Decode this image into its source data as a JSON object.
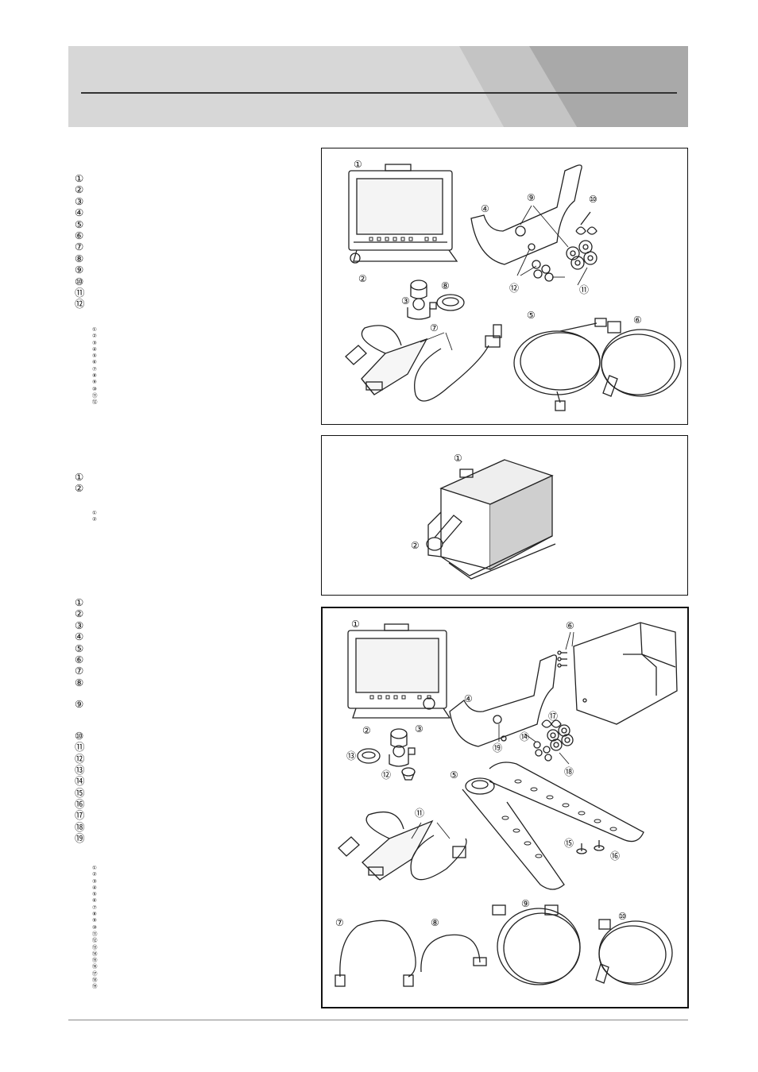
{
  "banner": {
    "colors": {
      "light": "#d7d7d7",
      "mid": "#c4c4c4",
      "dark": "#a9a9a9"
    }
  },
  "section1": {
    "markers": [
      "①",
      "②",
      "③",
      "④",
      "⑤",
      "⑥",
      "⑦",
      "⑧",
      "⑨",
      "⑩",
      "⑪",
      "⑫"
    ],
    "small_markers": [
      "①",
      "②",
      "③",
      "④",
      "⑤",
      "⑥",
      "⑦",
      "⑧",
      "⑨",
      "⑩",
      "⑪",
      "⑫"
    ],
    "callouts": [
      "①",
      "②",
      "③",
      "④",
      "⑤",
      "⑥",
      "⑦",
      "⑧",
      "⑨",
      "⑩",
      "⑪",
      "⑫"
    ]
  },
  "section2": {
    "markers": [
      "①",
      "②"
    ],
    "small_markers": [
      "①",
      "②"
    ],
    "callouts": [
      "①",
      "②"
    ]
  },
  "section3": {
    "markers": [
      "①",
      "②",
      "③",
      "④",
      "⑤",
      "⑥",
      "⑦",
      "⑧",
      "⑨",
      "⑩",
      "⑪",
      "⑫",
      "⑬",
      "⑭",
      "⑮",
      "⑯",
      "⑰",
      "⑱",
      "⑲"
    ],
    "small_markers": [
      "①",
      "②",
      "③",
      "④",
      "⑤",
      "⑥",
      "⑦",
      "⑧",
      "⑨",
      "⑩",
      "⑪",
      "⑫",
      "⑬",
      "⑭",
      "⑮",
      "⑯",
      "⑰",
      "⑱",
      "⑲"
    ],
    "callouts": [
      "①",
      "②",
      "③",
      "④",
      "⑤",
      "⑥",
      "⑦",
      "⑧",
      "⑨",
      "⑩",
      "⑪",
      "⑫",
      "⑬",
      "⑭",
      "⑮",
      "⑯",
      "⑰",
      "⑱",
      "⑲"
    ]
  }
}
